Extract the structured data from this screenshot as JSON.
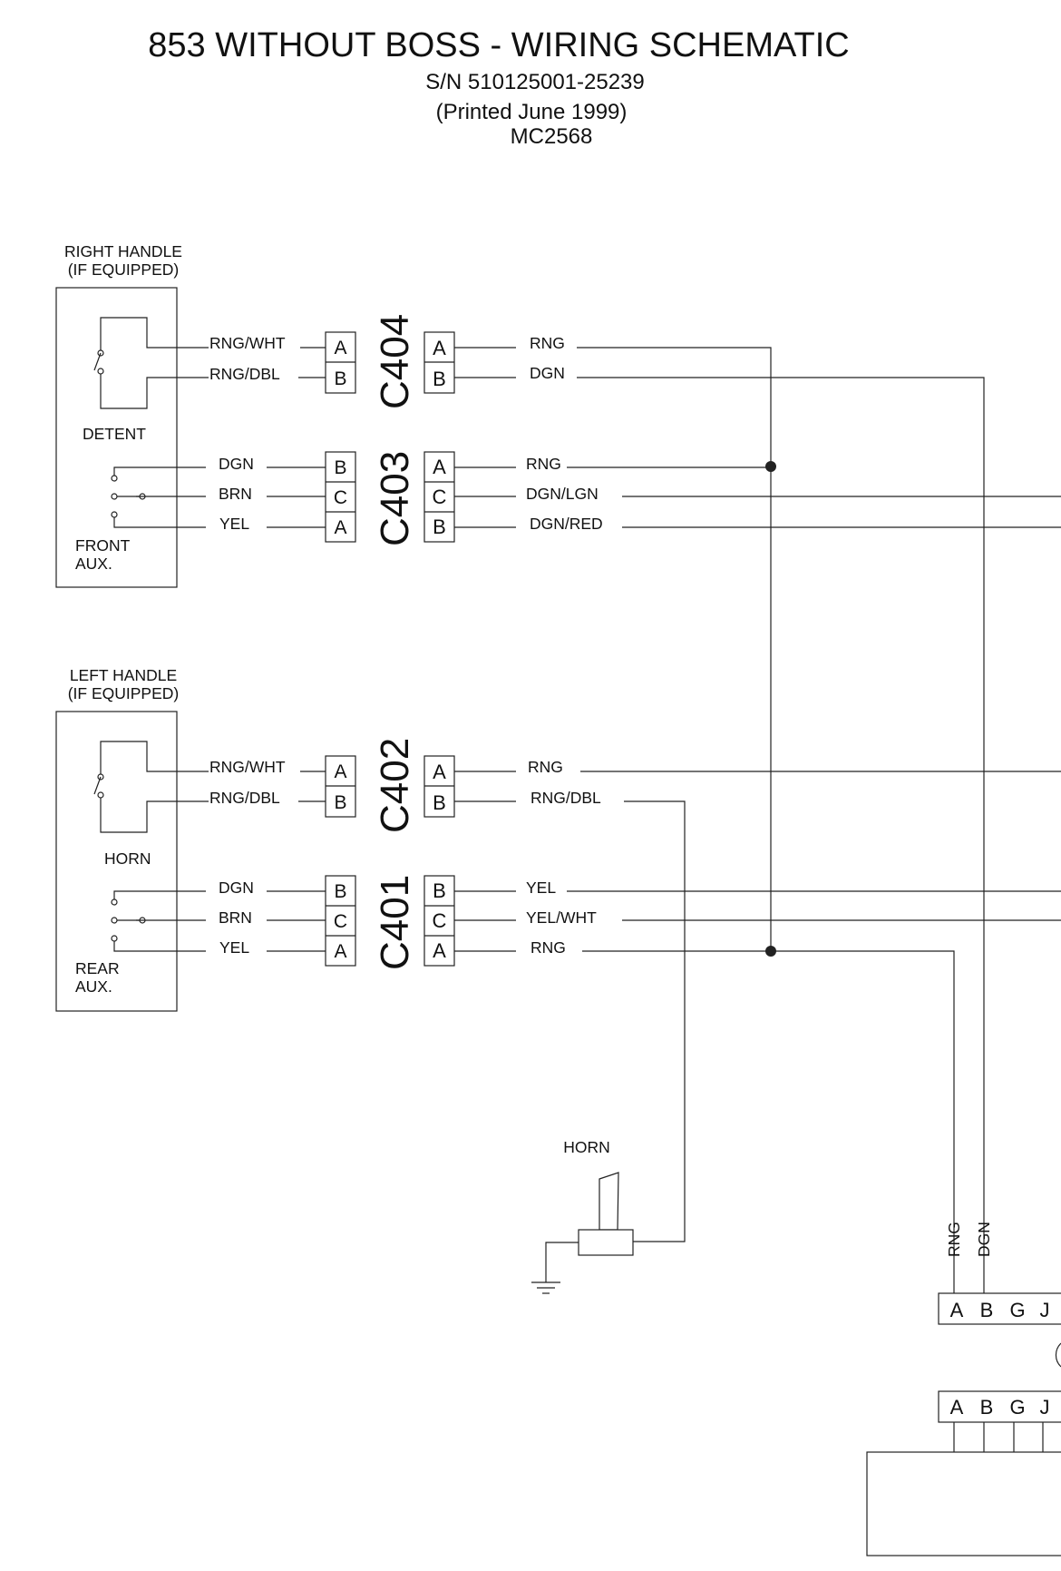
{
  "title": "853 WITHOUT BOSS - WIRING SCHEMATIC",
  "serial": "S/N 510125001-25239",
  "printed": "(Printed June 1999)",
  "doc_code": "MC2568",
  "right_handle": {
    "label_1": "RIGHT HANDLE",
    "label_2": "(IF EQUIPPED)",
    "switch_label": "DETENT",
    "aux_label_1": "FRONT",
    "aux_label_2": "AUX."
  },
  "left_handle": {
    "label_1": "LEFT HANDLE",
    "label_2": "(IF EQUIPPED)",
    "switch_label": "HORN",
    "aux_label_1": "REAR",
    "aux_label_2": "AUX."
  },
  "connectors": {
    "c404": {
      "name": "C404",
      "handle_wires": [
        "RNG/WHT",
        "RNG/DBL"
      ],
      "left_pins": [
        "A",
        "B"
      ],
      "right_pins": [
        "A",
        "B"
      ],
      "harness_wires": [
        "RNG",
        "DGN"
      ]
    },
    "c403": {
      "name": "C403",
      "handle_wires": [
        "DGN",
        "BRN",
        "YEL"
      ],
      "left_pins": [
        "B",
        "C",
        "A"
      ],
      "right_pins": [
        "A",
        "C",
        "B"
      ],
      "harness_wires": [
        "RNG",
        "DGN/LGN",
        "DGN/RED"
      ]
    },
    "c402": {
      "name": "C402",
      "handle_wires": [
        "RNG/WHT",
        "RNG/DBL"
      ],
      "left_pins": [
        "A",
        "B"
      ],
      "right_pins": [
        "A",
        "B"
      ],
      "harness_wires": [
        "RNG",
        "RNG/DBL"
      ]
    },
    "c401": {
      "name": "C401",
      "handle_wires": [
        "DGN",
        "BRN",
        "YEL"
      ],
      "left_pins": [
        "B",
        "C",
        "A"
      ],
      "right_pins": [
        "B",
        "C",
        "A"
      ],
      "harness_wires": [
        "YEL",
        "YEL/WHT",
        "RNG"
      ]
    }
  },
  "horn": {
    "label": "HORN"
  },
  "bottom_connector": {
    "vertical_wires": [
      "RNG",
      "DGN"
    ],
    "upper_pins": [
      "A",
      "B",
      "G",
      "J"
    ],
    "lower_pins": [
      "A",
      "B",
      "G",
      "J"
    ]
  }
}
